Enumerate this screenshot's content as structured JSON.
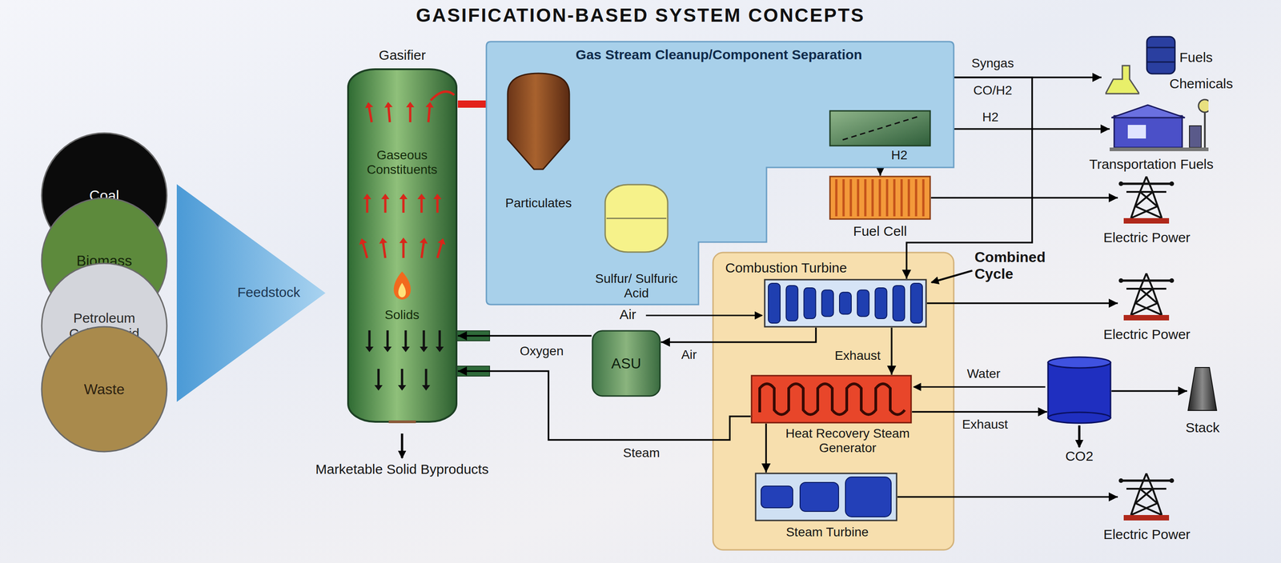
{
  "diagram": {
    "title": "GASIFICATION-BASED SYSTEM CONCEPTS",
    "nodes": [
      {
        "text": [
          "Feedstock"
        ]
      },
      {
        "text": [
          "Coal"
        ]
      },
      {
        "text": [
          "Biomass"
        ]
      },
      {
        "text": [
          "Petroleum Coke/Resid"
        ]
      },
      {
        "text": [
          "Waste"
        ]
      },
      {
        "text": [
          "Gasifier",
          "Gaseous Constituents",
          "Solids"
        ]
      },
      {
        "text": [
          "Gas Stream Cleanup/Component Separation"
        ]
      },
      {
        "text": [
          "Particulates"
        ],
        "in": 6
      },
      {
        "text": [
          "Sulfur/ Sulfuric Acid"
        ],
        "in": 6
      },
      {
        "text": [
          "H2"
        ],
        "in": 6
      },
      {
        "text": [
          "Fuel Cell"
        ]
      },
      {
        "text": [
          "Combustion Turbine"
        ]
      },
      {
        "text": [
          "ASU"
        ]
      },
      {
        "text": [
          "Heat Recovery Steam Generator"
        ]
      },
      {
        "text": [
          "Steam Turbine"
        ]
      },
      {
        "text": [
          "CO2"
        ]
      },
      {
        "text": [
          "Stack"
        ]
      },
      {
        "text": [
          "Fuels",
          "Chemicals"
        ]
      },
      {
        "text": [
          "Transportation Fuels"
        ]
      },
      {
        "text": [
          "Electric Power"
        ]
      },
      {
        "text": [
          "Electric Power"
        ]
      },
      {
        "text": [
          "Electric Power"
        ]
      }
    ],
    "edges": [
      {
        "from": 5,
        "to": 7,
        "arrow": "to"
      },
      {
        "from": 7,
        "to": 8,
        "arrow": "to"
      },
      {
        "from": 8,
        "to": 17,
        "label": "Syngas",
        "arrow": "to"
      },
      {
        "from": 8,
        "to": 9,
        "arrow": "to"
      },
      {
        "from": 8,
        "to": 11,
        "arrow": "to"
      },
      {
        "from": 9,
        "to": 18,
        "label": "H2",
        "arrow": "to"
      },
      {
        "from": 9,
        "to": 10,
        "arrow": "to"
      },
      {
        "from": 10,
        "to": 19,
        "arrow": "to"
      },
      {
        "from": 11,
        "to": 20,
        "arrow": "to"
      },
      {
        "from": 11,
        "to": 12,
        "label": "Air",
        "arrow": "to"
      },
      {
        "from": 12,
        "to": 5,
        "label": "Oxygen",
        "arrow": "to"
      },
      {
        "from": 11,
        "to": 13,
        "label": "Exhaust",
        "arrow": "to"
      },
      {
        "from": 13,
        "to": 5,
        "label": "Steam",
        "arrow": "to"
      },
      {
        "from": 13,
        "to": 14,
        "arrow": "to"
      },
      {
        "from": 14,
        "to": 21,
        "arrow": "to"
      },
      {
        "from": 13,
        "to": 15,
        "label": "Exhaust",
        "arrow": "to"
      },
      {
        "from": 15,
        "to": 16,
        "arrow": "to"
      }
    ],
    "labels": [
      "CO/H2",
      "Marketable Solid Byproducts",
      "Combined Cycle",
      "Air",
      "Water"
    ]
  }
}
